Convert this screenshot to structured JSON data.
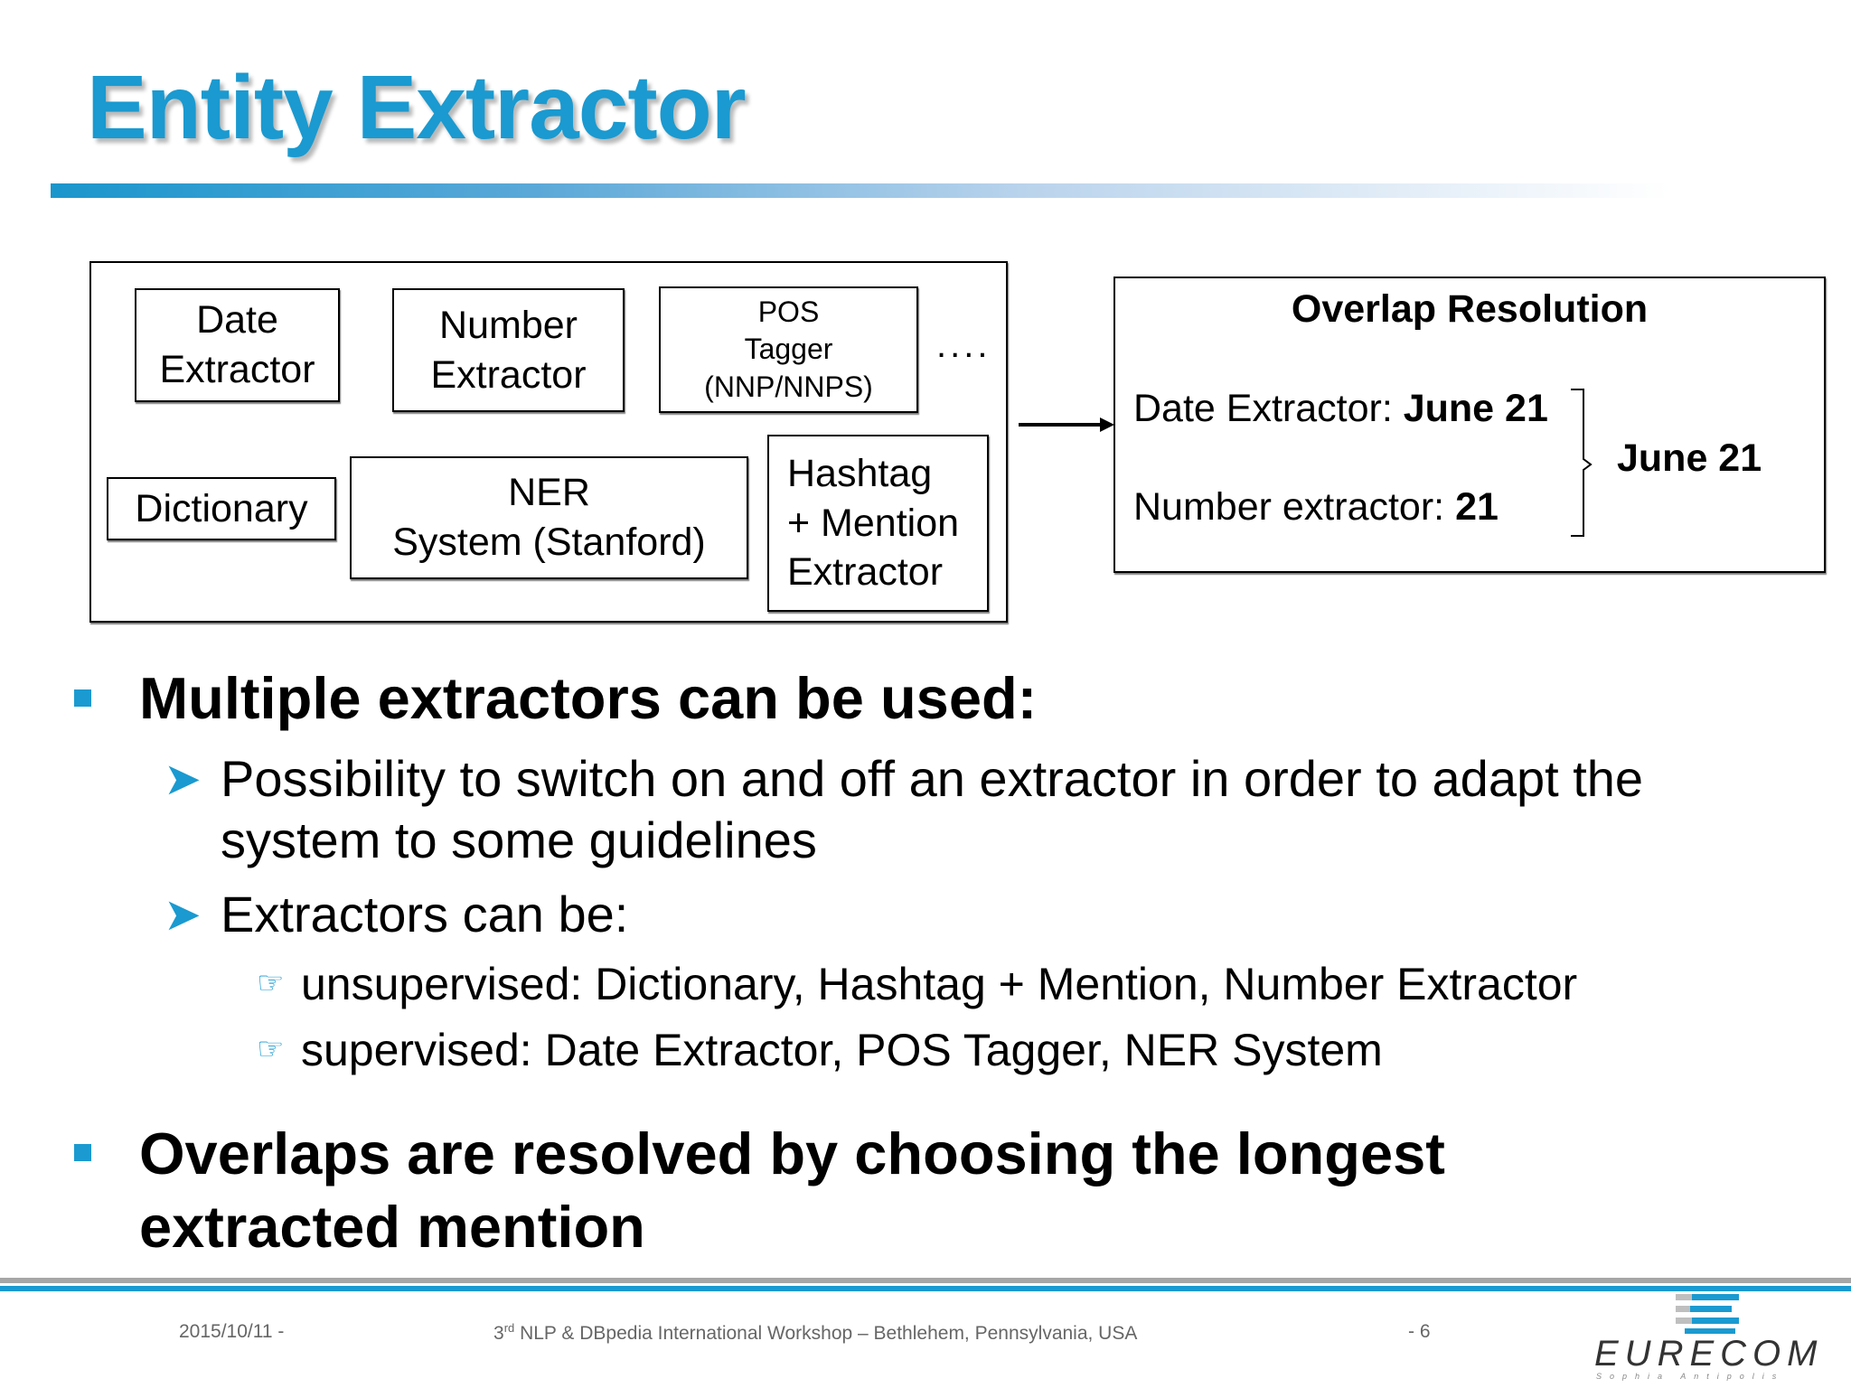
{
  "slide": {
    "title": "Entity Extractor",
    "diagram": {
      "extractors": {
        "date": [
          "Date",
          "Extractor"
        ],
        "number": [
          "Number",
          "Extractor"
        ],
        "pos": [
          "POS",
          "Tagger",
          "(NNP/NNPS)"
        ],
        "ellipsis": "....",
        "dictionary": "Dictionary",
        "ner": [
          "NER",
          "System (Stanford)"
        ],
        "hashtag": [
          "Hashtag",
          "+ Mention",
          "Extractor"
        ]
      },
      "overlap": {
        "title": "Overlap Resolution",
        "date_label": "Date Extractor: ",
        "date_value": "June 21",
        "number_label": "Number extractor: ",
        "number_value": "21",
        "result": "June 21"
      }
    },
    "bullets": [
      {
        "text": "Multiple extractors can be used:",
        "sub": [
          {
            "lines": [
              "Possibility to switch on and off an extractor in order to adapt the",
              "system to some guidelines"
            ]
          },
          {
            "lines": [
              "Extractors can be:"
            ],
            "sub": [
              "unsupervised: Dictionary, Hashtag + Mention, Number Extractor",
              "supervised: Date Extractor, POS Tagger, NER System"
            ]
          }
        ]
      },
      {
        "lines": [
          "Overlaps are resolved by choosing the longest",
          "extracted mention"
        ]
      }
    ],
    "icons": {
      "bullet": "square-bullet-icon",
      "sub_bullet": "arrowhead-icon",
      "sub_sub_bullet": "pointing-hand-icon"
    }
  },
  "footer": {
    "date": "2015/10/11  -",
    "event_sup": "rd",
    "event_num": "3",
    "event": " NLP & DBpedia International Workshop – Bethlehem, Pennsylvania, USA",
    "page": "-  6",
    "logo": "EURECOM",
    "logo_sub": "Sophia Antipolis"
  },
  "colors": {
    "accent": "#1a9ad0",
    "footer_gray": "#a6a6a6"
  }
}
